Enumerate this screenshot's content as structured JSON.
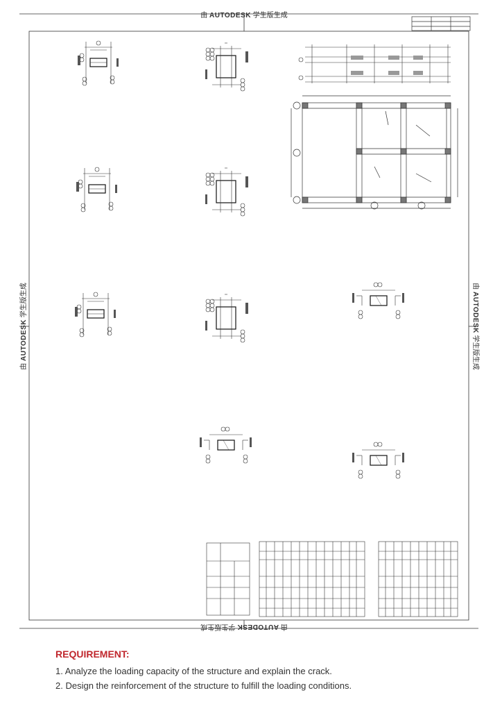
{
  "watermark": {
    "prefix": "由",
    "brand": "AUTODESK",
    "suffix": "学生版生成"
  },
  "requirement": {
    "title": "REQUIREMENT:",
    "items": [
      "1. Analyze the loading capacity of the structure and explain the crack.",
      "2. Design the reinforcement of the structure to fulfill the loading conditions."
    ]
  }
}
